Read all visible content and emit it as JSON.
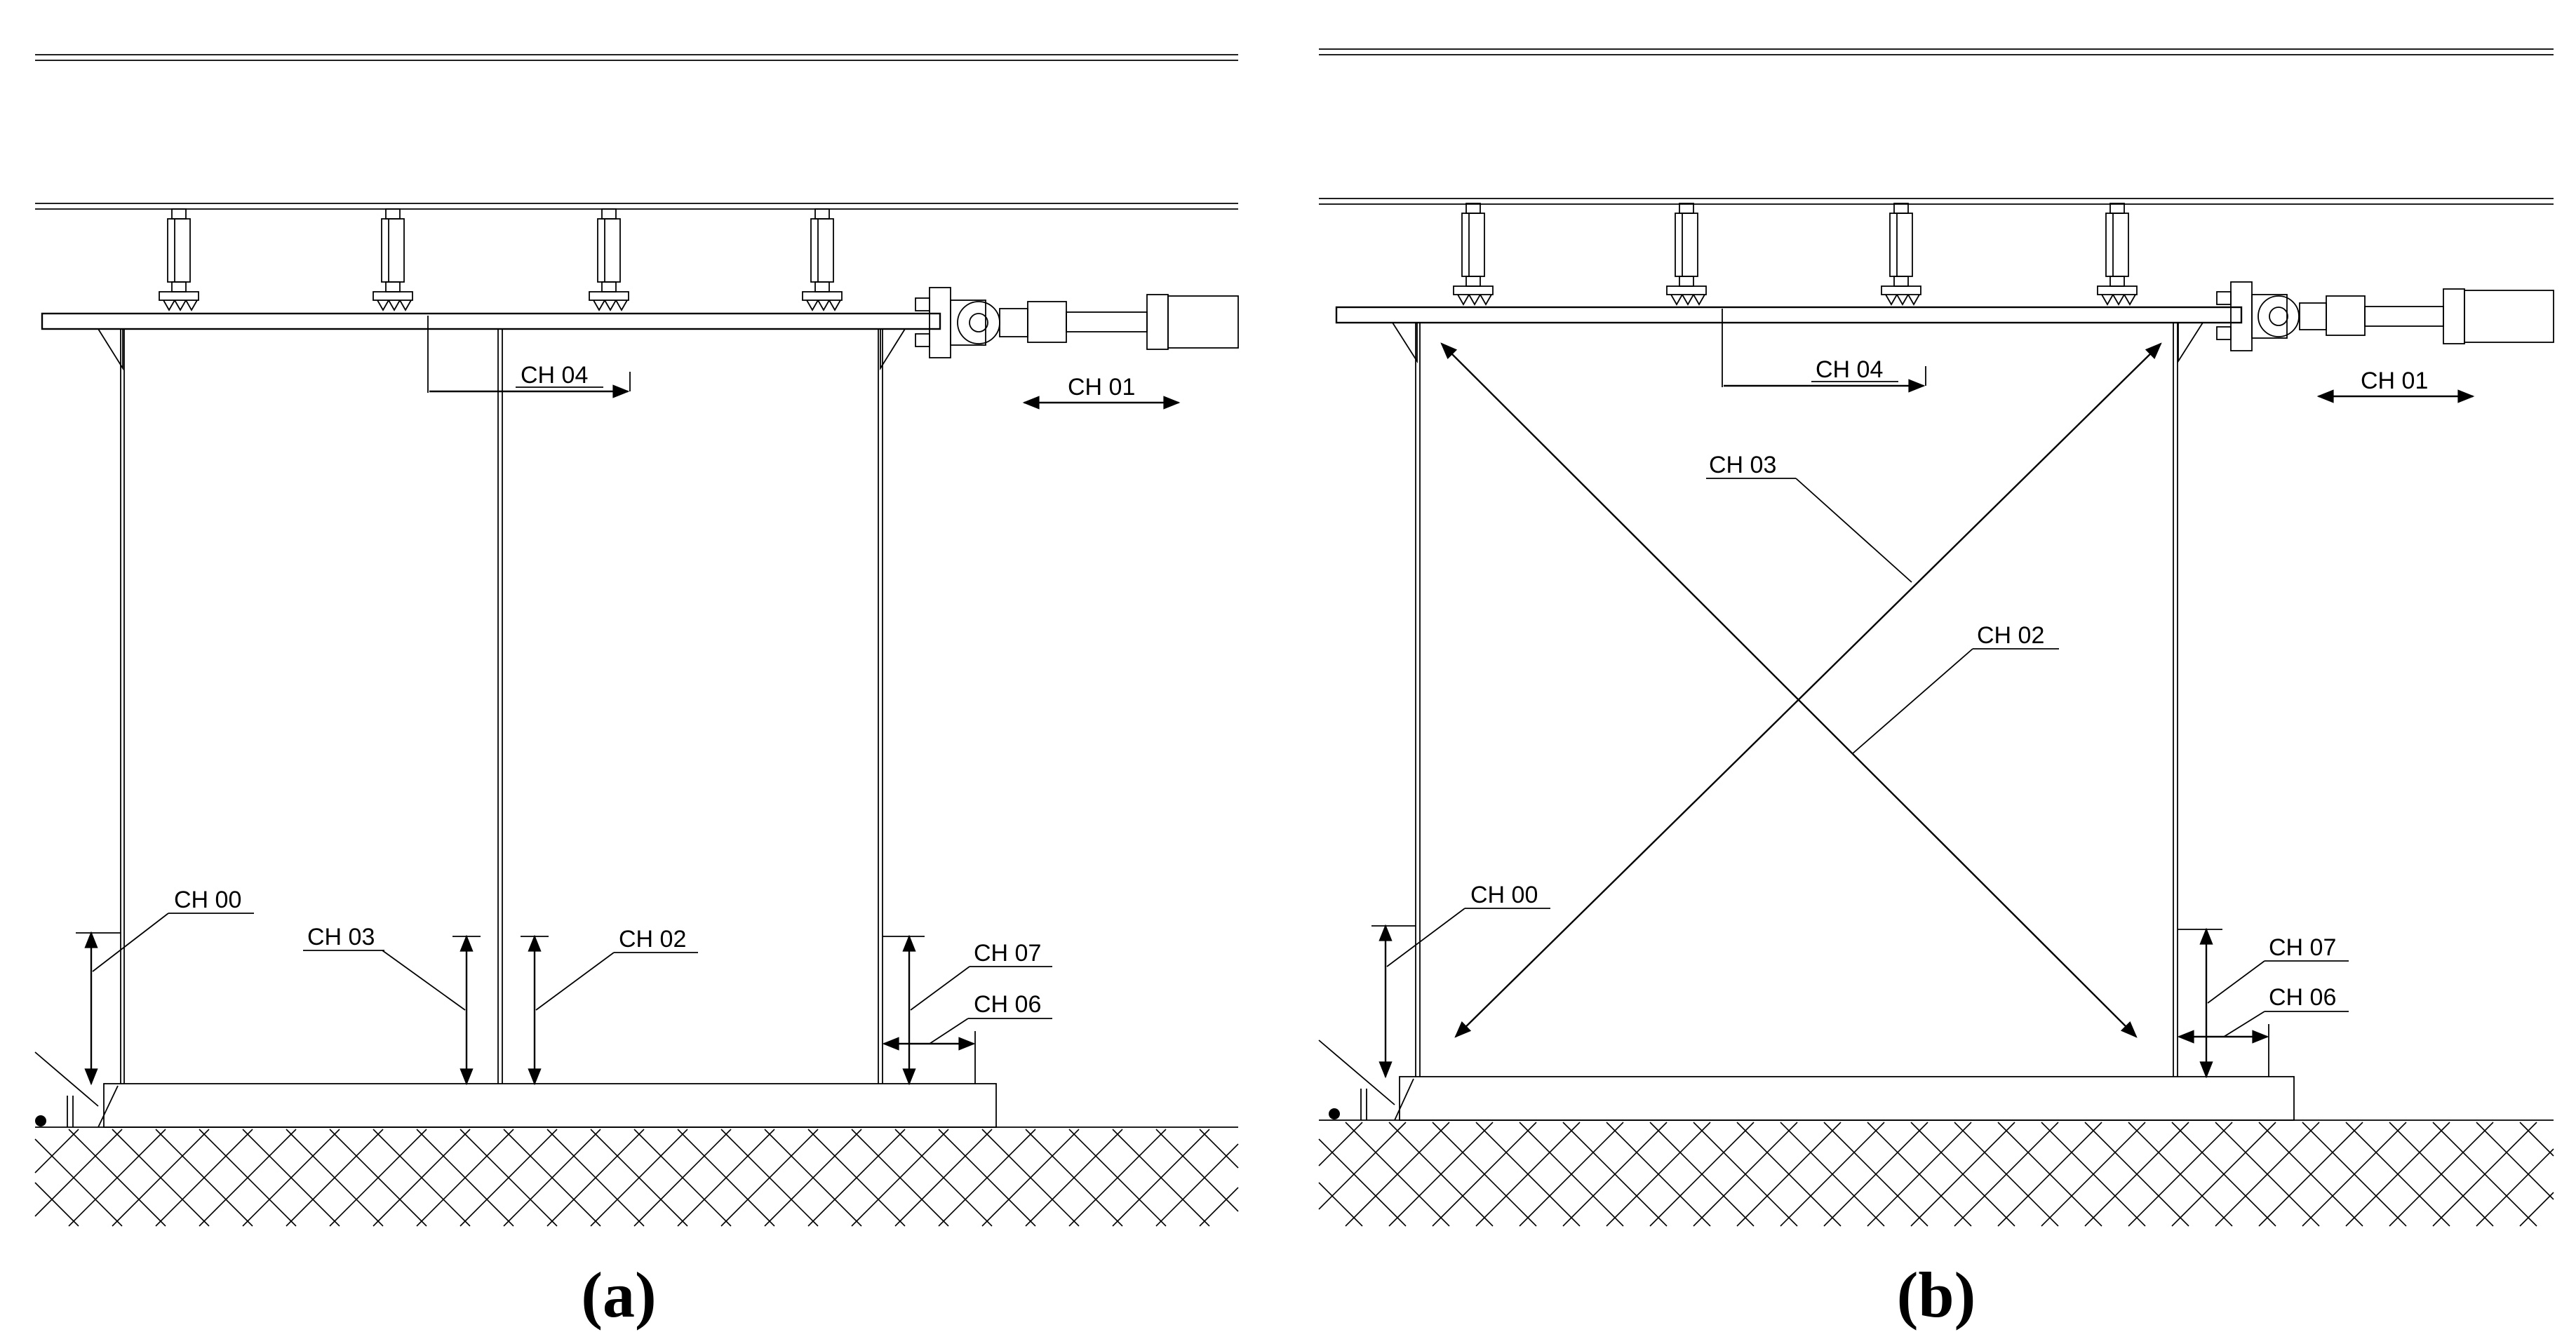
{
  "figure": {
    "panels": [
      {
        "id": "a",
        "caption": "(a)",
        "labels": {
          "ch00": "CH 00",
          "ch01": "CH 01",
          "ch02": "CH 02",
          "ch03": "CH 03",
          "ch04": "CH 04",
          "ch06": "CH 06",
          "ch07": "CH 07"
        }
      },
      {
        "id": "b",
        "caption": "(b)",
        "labels": {
          "ch00": "CH 00",
          "ch01": "CH 01",
          "ch02": "CH 02",
          "ch03": "CH 03",
          "ch04": "CH 04",
          "ch06": "CH 06",
          "ch07": "CH 07"
        }
      }
    ]
  }
}
